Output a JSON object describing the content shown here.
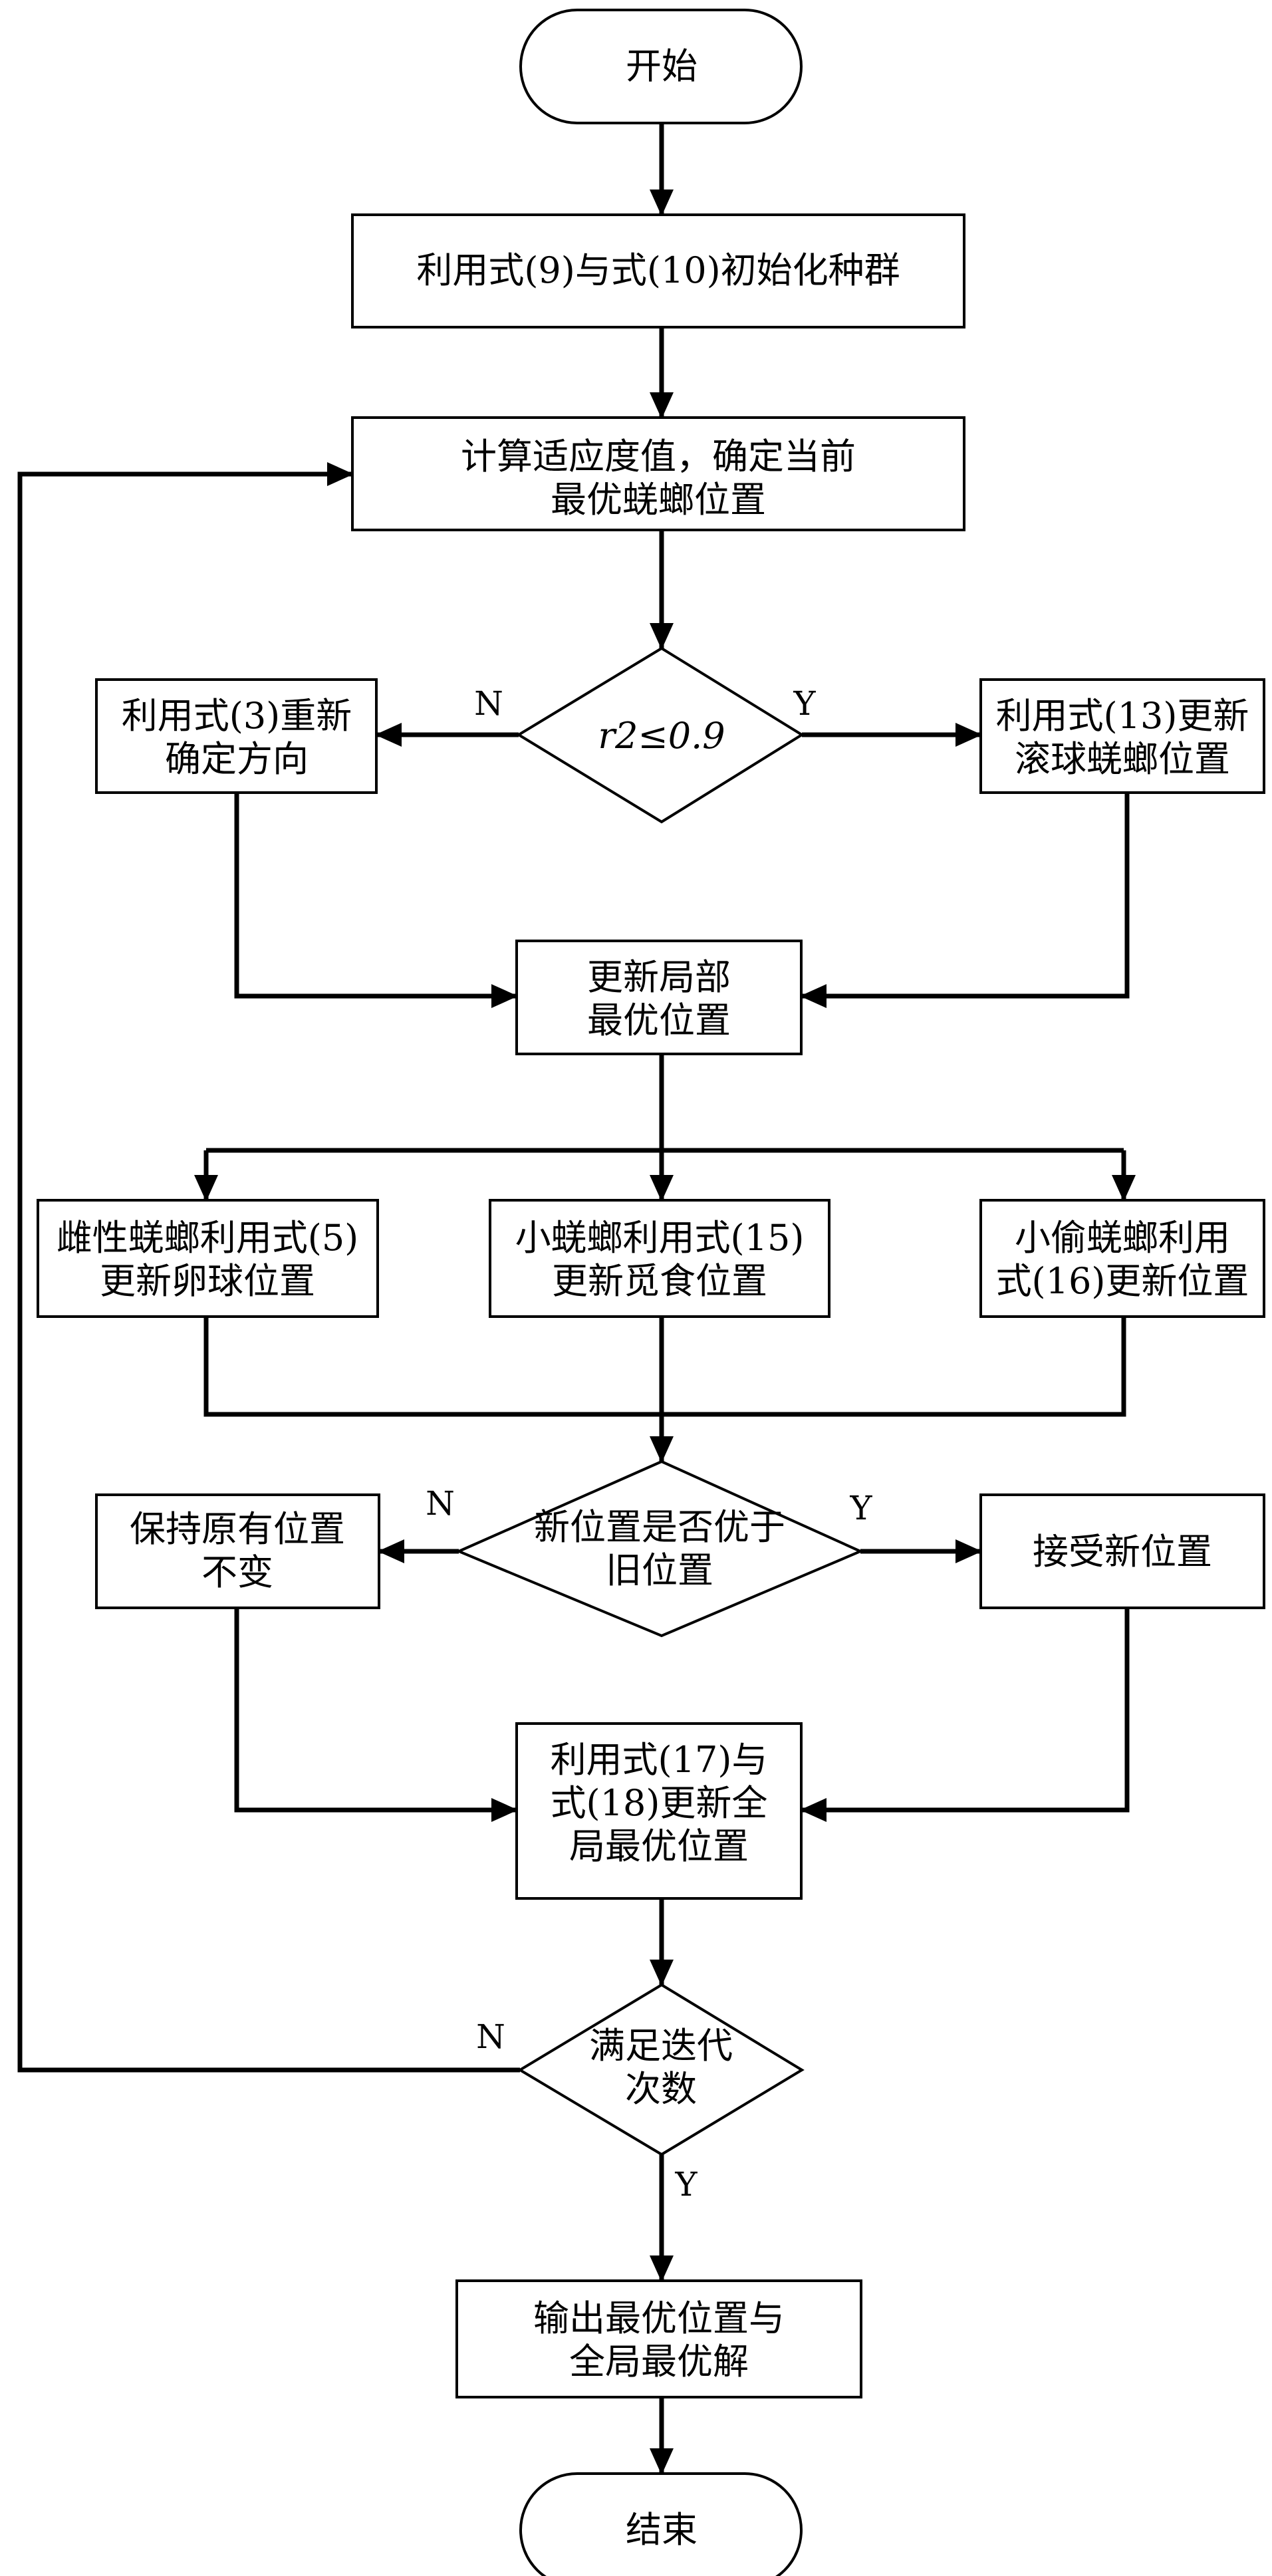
{
  "nodes": {
    "start": {
      "lines": [
        "开始"
      ]
    },
    "init": {
      "lines": [
        "利用式(9)与式(10)初始化种群"
      ]
    },
    "fitness": {
      "lines": [
        "计算适应度值，确定当前",
        "最优蜣螂位置"
      ]
    },
    "decision_r2": {
      "lines": [
        "r2≤0.9"
      ]
    },
    "redirect": {
      "lines": [
        "利用式(3)重新",
        "确定方向"
      ]
    },
    "rolling_update": {
      "lines": [
        "利用式(13)更新",
        "滚球蜣螂位置"
      ]
    },
    "local_best": {
      "lines": [
        "更新局部",
        "最优位置"
      ]
    },
    "female_update": {
      "lines": [
        "雌性蜣螂利用式(5)",
        "更新卵球位置"
      ]
    },
    "small_update": {
      "lines": [
        "小蜣螂利用式(15)",
        "更新觅食位置"
      ]
    },
    "thief_update": {
      "lines": [
        "小偷蜣螂利用",
        "式(16)更新位置"
      ]
    },
    "decision_better": {
      "lines": [
        "新位置是否优于",
        "旧位置"
      ]
    },
    "keep_position": {
      "lines": [
        "保持原有位置",
        "不变"
      ]
    },
    "accept_position": {
      "lines": [
        "接受新位置"
      ]
    },
    "global_best": {
      "lines": [
        "利用式(17)与",
        "式(18)更新全",
        "局最优位置"
      ]
    },
    "decision_iter": {
      "lines": [
        "满足迭代",
        "次数"
      ]
    },
    "output": {
      "lines": [
        "输出最优位置与",
        "全局最优解"
      ]
    },
    "end": {
      "lines": [
        "结束"
      ]
    }
  },
  "edge_labels": {
    "r2_no": "N",
    "r2_yes": "Y",
    "better_no": "N",
    "better_yes": "Y",
    "iter_no": "N",
    "iter_yes": "Y"
  }
}
